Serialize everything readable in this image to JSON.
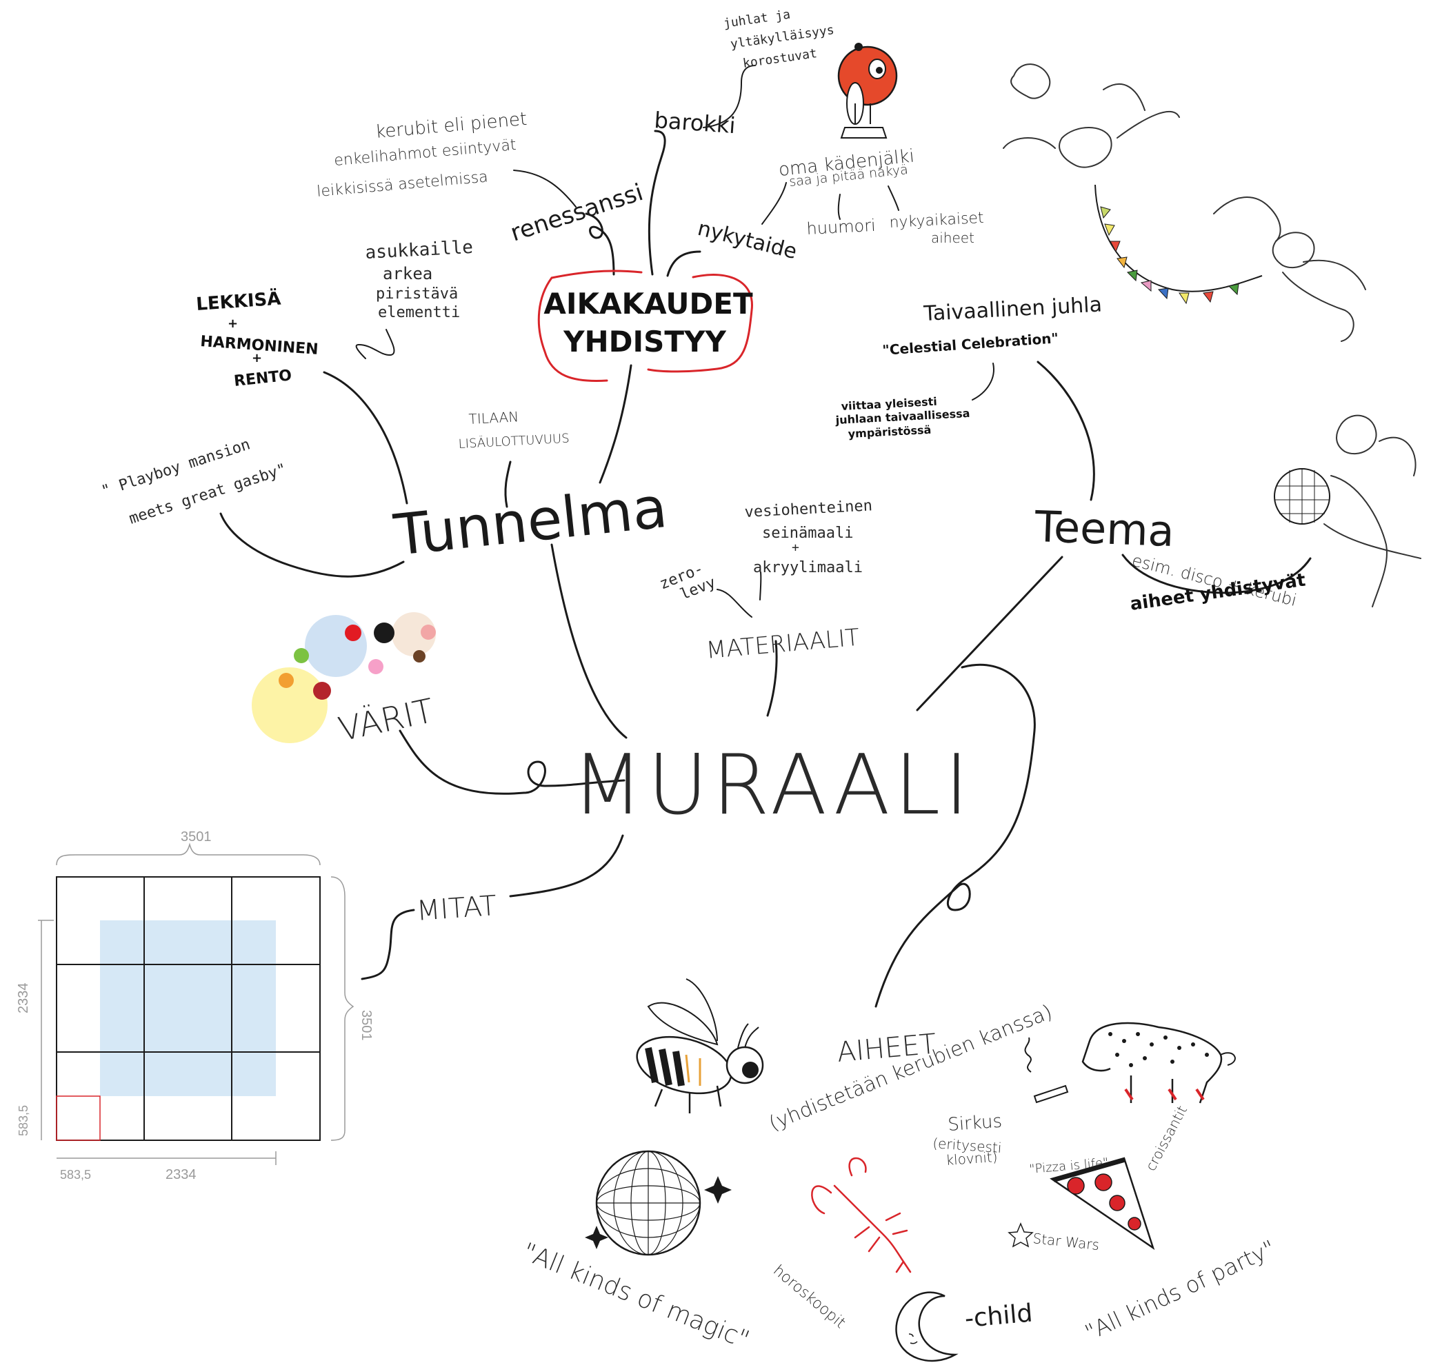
{
  "center": "MURAALI",
  "aikakaudet": {
    "line1": "AIKAKAUDET",
    "line2": "YHDISTYY"
  },
  "renessanssi": {
    "label": "renessanssi",
    "note_l1": "kerubit eli pienet",
    "note_l2": "enkelihahmot esiintyvät",
    "note_l3": "leikkisissä asetelmissa"
  },
  "barokki": {
    "label": "barokki",
    "note_l1": "juhlat ja",
    "note_l2": "yltäkylläisyys",
    "note_l3": "korostuvat"
  },
  "nykytaide": {
    "label": "nykytaide",
    "note_l1": "oma kädenjälki",
    "note_l2": "saa ja pitää näkyä",
    "huumori": "huumori",
    "aiheet_l1": "nykyaikaiset",
    "aiheet_l2": "aiheet"
  },
  "tunnelma": {
    "label": "Tunnelma",
    "mood_l1": "LEKKISÄ",
    "plus1": "+",
    "mood_l2": "HARMONINEN",
    "plus2": "+",
    "mood_l3": "RENTO",
    "asukkaille_l1": "asukkaille",
    "asukkaille_l2": "arkea",
    "asukkaille_l3": "piristävä",
    "asukkaille_l4": "elementti",
    "tilaan_l1": "TILAAN",
    "tilaan_l2": "LISÄULOTTUVUUS",
    "quote_l1": "\" Playboy mansion",
    "quote_l2": "meets great gasby\""
  },
  "teema": {
    "label": "Teema",
    "title": "Taivaallinen juhla",
    "subtitle": "\"Celestial Celebration\"",
    "note_l1": "viittaa yleisesti",
    "note_l2": "juhlaan taivaallisessa",
    "note_l3": "ympäristössä",
    "esim": "esim. disco + kerubi",
    "aiheet": "aiheet yhdistyvät"
  },
  "materiaalit": {
    "label": "MATERIAALIT",
    "paint_l1": "vesiohenteinen",
    "paint_l2": "seinämaali",
    "paint_plus": "+",
    "paint_l3": "akryylimaali",
    "zero_l1": "zero-",
    "zero_l2": "levy"
  },
  "varit": {
    "label": "VÄRIT",
    "swatches": [
      "#cfe1f3",
      "#fdf3a6",
      "#f6e7d9",
      "#e21b23",
      "#1a1a1a",
      "#f2a6a6",
      "#7cc242",
      "#f6a0c8",
      "#f29f31",
      "#b4252c",
      "#6b4226"
    ]
  },
  "mitat": {
    "label": "MITAT",
    "top_dim": "3501",
    "right_dim": "3501",
    "left_dim": "2334",
    "left_small": "583,5",
    "bottom_small": "583,5",
    "bottom_dim": "2334"
  },
  "aiheet": {
    "label": "AIHEET",
    "sub": "(yhdistetään kerubien kanssa)",
    "sirkus_l1": "Sirkus",
    "sirkus_l2": "(eritysesti",
    "sirkus_l3": "klovnit)",
    "pizza": "\"Pizza is life\"",
    "croissantit": "croissantit",
    "starwars": "Star Wars",
    "magic": "\"All kinds of magic\"",
    "horoskoopit": "horoskoopit",
    "child": "-child",
    "party": "\"All kinds of party\""
  },
  "colors": {
    "ink": "#1a1a1a",
    "red": "#d9252a",
    "light_blue": "#d6e8f6",
    "dim_grey": "#9a9a9a"
  },
  "icons": [
    "cherub-icon",
    "bunting-icon",
    "disco-ball-icon",
    "bee-icon",
    "leopard-icon",
    "lobster-icon",
    "pizza-icon",
    "moon-icon",
    "cigarette-icon",
    "orange-mascot-icon"
  ]
}
